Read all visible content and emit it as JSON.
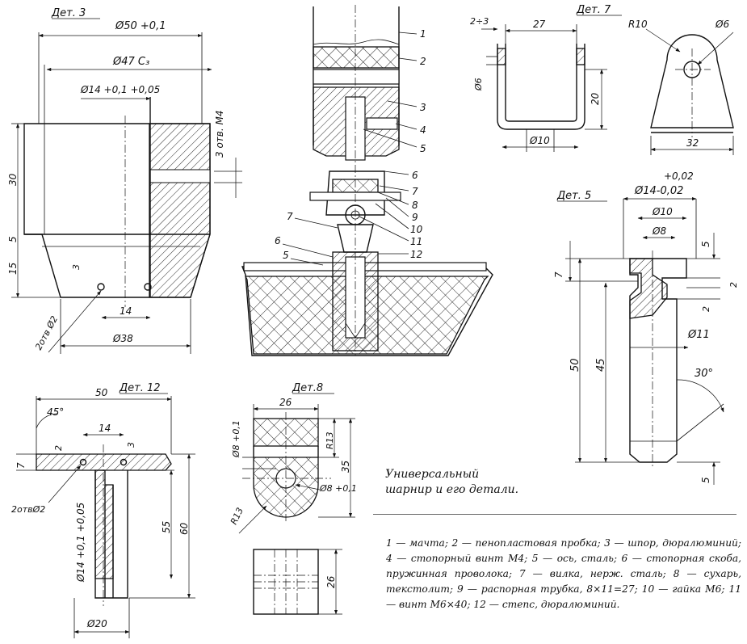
{
  "caption": [
    "Универсальный",
    "шарнир и его детали."
  ],
  "legend_text": "1 — мачта; 2 — пенопластовая пробка; 3 — шпор, дюралюминий; 4 — стопорный винт М4; 5 — ось, сталь; 6 — стопорная скоба, пружинная проволока; 7 — вилка, нерж. сталь; 8 — сухарь, текстолит; 9 — распорная трубка, 8×11=27; 10 — гайка М6; 11 — винт М6×40; 12 — степс, дюралюминий.",
  "parts": {
    "det3": {
      "title": "Дет. 3",
      "dims": [
        "Ø50 +0,1",
        "Ø47 C₃",
        "Ø14 +0,1 +0,05",
        "3 отв. М4",
        "30",
        "5",
        "15",
        "3",
        "14",
        "Ø38",
        "2отв Ø2"
      ]
    },
    "det7": {
      "title": "Дет. 7",
      "dims": [
        "2÷3",
        "27",
        "R10",
        "Ø6",
        "Ø6",
        "20",
        "Ø10",
        "32"
      ]
    },
    "det5": {
      "title": "Дет. 5",
      "dims": [
        "+0,02",
        "Ø14-0,02",
        "Ø10",
        "Ø8",
        "5",
        "7",
        "2",
        "2",
        "Ø11",
        "50",
        "45",
        "30°",
        "5"
      ]
    },
    "det12": {
      "title": "Дет. 12",
      "dims": [
        "50",
        "45°",
        "14",
        "2",
        "3",
        "7",
        "2отвØ2",
        "Ø14 +0,1 +0,05",
        "55",
        "60",
        "Ø20"
      ]
    },
    "det8": {
      "title": "Дет.8",
      "dims": [
        "26",
        "Ø8 +0,1",
        "R13",
        "35",
        "Ø8 +0,1",
        "R13",
        "26"
      ]
    }
  },
  "callouts": {
    "right": [
      "1",
      "2",
      "3",
      "4",
      "5",
      "6",
      "7",
      "8",
      "9",
      "10",
      "11",
      "12"
    ],
    "left": [
      "7",
      "6",
      "5"
    ]
  }
}
